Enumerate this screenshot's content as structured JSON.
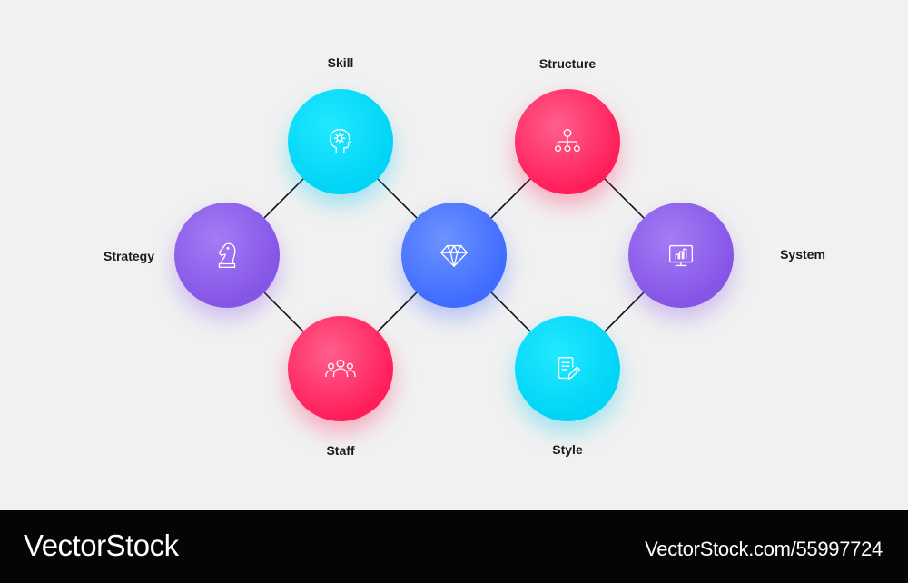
{
  "diagram": {
    "labels": {
      "skill": "Skill",
      "structure": "Structure",
      "strategy": "Strategy",
      "system": "System",
      "staff": "Staff",
      "style": "Style"
    },
    "colors": {
      "cyan": "#00d4f7",
      "pink": "#ff1e5a",
      "purple": "#8555e6",
      "blue": "#3f6cff",
      "connector": "#111111"
    },
    "icons": {
      "skill": "head-gear-icon",
      "structure": "hierarchy-icon",
      "strategy": "chess-knight-icon",
      "center": "diamond-icon",
      "system": "monitor-chart-icon",
      "staff": "team-icon",
      "style": "document-pencil-icon"
    }
  },
  "footer": {
    "brand": "VectorStock",
    "watermark": "VectorStock.com/55997724"
  }
}
